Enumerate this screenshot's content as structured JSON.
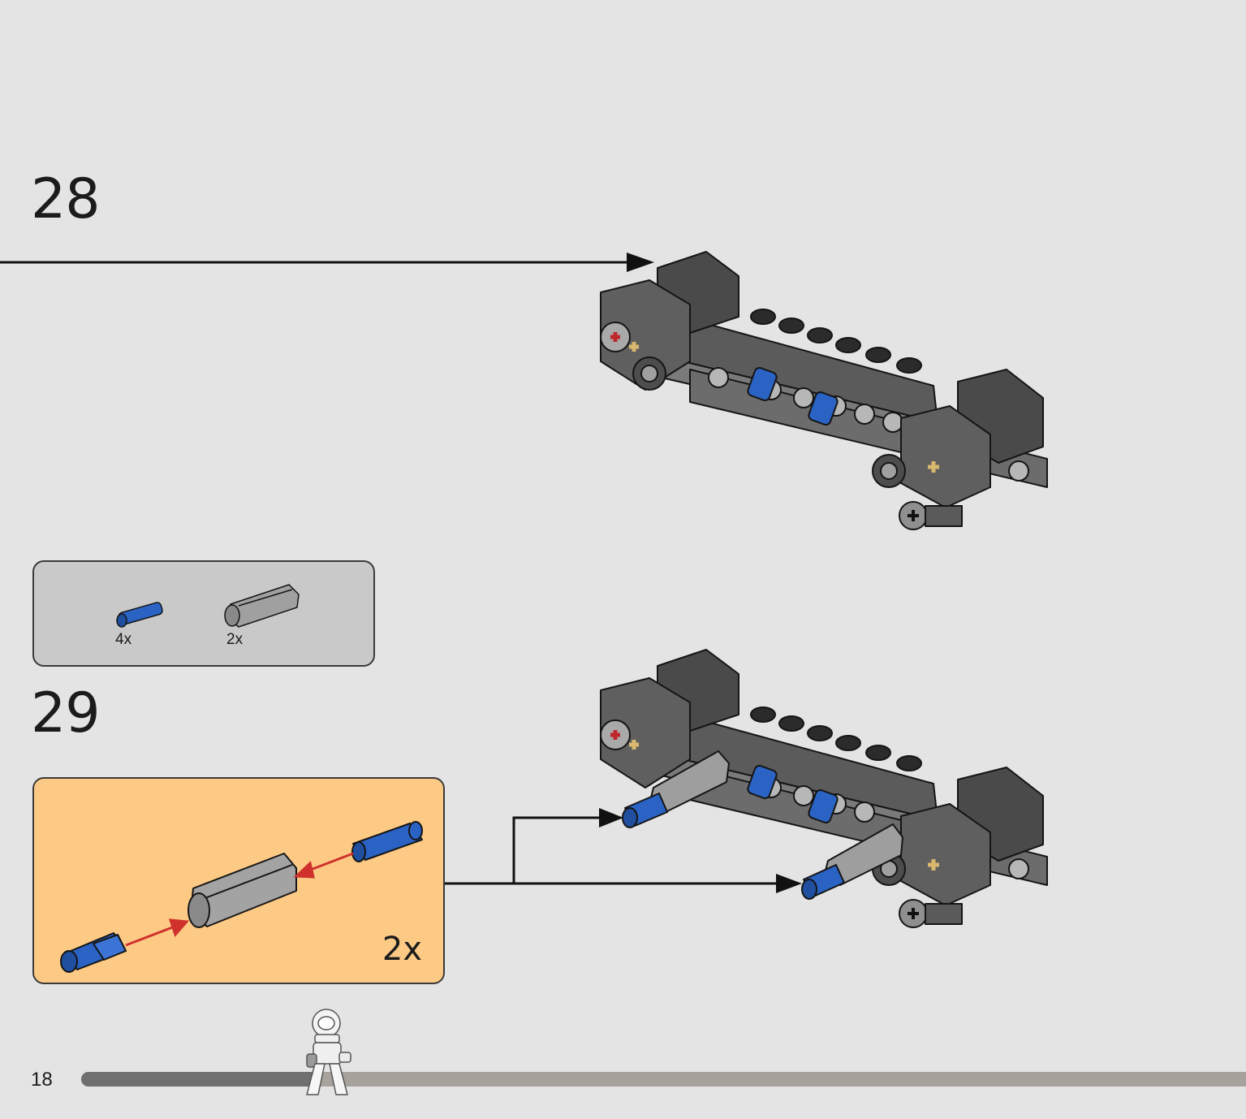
{
  "steps": [
    {
      "number": "28"
    },
    {
      "number": "29"
    }
  ],
  "parts_list": [
    {
      "part": "blue-axle-pin",
      "quantity": "4x",
      "color": "#2a63c4"
    },
    {
      "part": "gray-axle-connector",
      "quantity": "2x",
      "color": "#9a9a9a"
    }
  ],
  "subassembly": {
    "multiplier": "2x"
  },
  "page": {
    "number": "18",
    "progress": 0.2
  },
  "colors": {
    "background": "#e4e4e4",
    "parts_box": "#c9c9c9",
    "subassembly_box": "#fdca85",
    "arrow_red": "#d0312d",
    "technic_dark": "#3d3d3d",
    "technic_blue": "#2a63c4",
    "progress_fill": "#6f6f6f",
    "progress_track": "#a7a29c"
  }
}
